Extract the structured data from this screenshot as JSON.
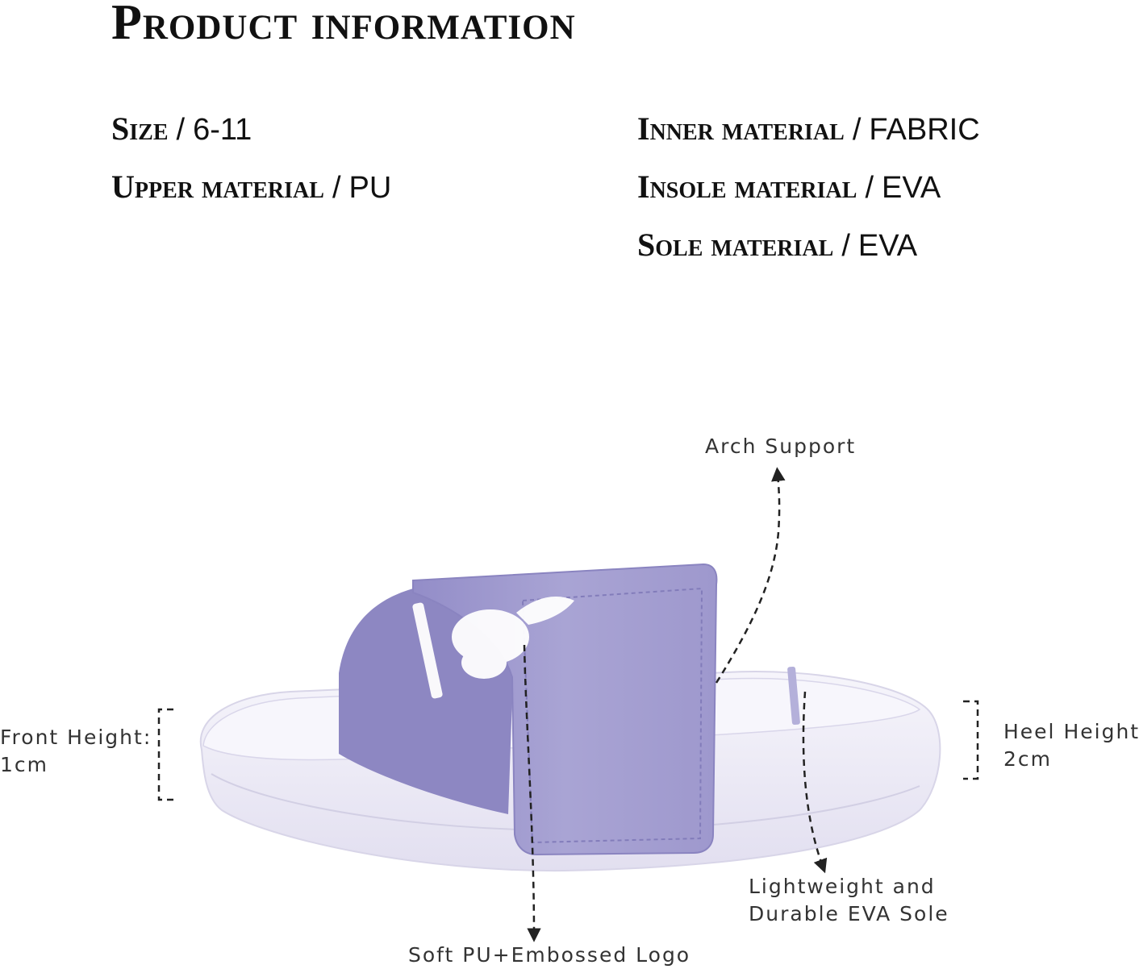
{
  "title": "Product information",
  "specs": {
    "size": {
      "key": "Size",
      "sep": "/",
      "value": "6-11"
    },
    "upper": {
      "key": "Upper material",
      "sep": "/",
      "value": "PU"
    },
    "inner": {
      "key": "Inner material",
      "sep": "/",
      "value": "FABRIC"
    },
    "insole": {
      "key": "Insole material",
      "sep": "/",
      "value": "EVA"
    },
    "sole": {
      "key": "Sole material",
      "sep": "/",
      "value": "EVA"
    }
  },
  "callouts": {
    "arch": "Arch Support",
    "front_line1": "Front Height:",
    "front_line2": "1cm",
    "heel_line1": "Heel Height:",
    "heel_line2": "2cm",
    "sole_line1": "Lightweight and",
    "sole_line2": "Durable EVA Sole",
    "upper": "Soft PU+Embossed Logo"
  },
  "colors": {
    "strap": "#a49fd1",
    "sole": "#eceaf6",
    "text": "#111111"
  }
}
